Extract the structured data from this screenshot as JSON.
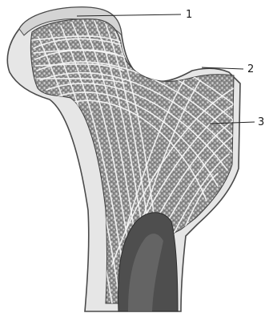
{
  "labels": [
    {
      "id": "1",
      "text": "1"
    },
    {
      "id": "2",
      "text": "2"
    },
    {
      "id": "3",
      "text": "3"
    }
  ],
  "colors": {
    "bone_outline": "#4a4a4a",
    "cortical": "#e6e6e6",
    "spongy": "#9a9a9a",
    "trabeculae": "#f2f2f2",
    "medullary_cavity": "#4e4e4e",
    "cartilage": "#d4d4d4"
  }
}
